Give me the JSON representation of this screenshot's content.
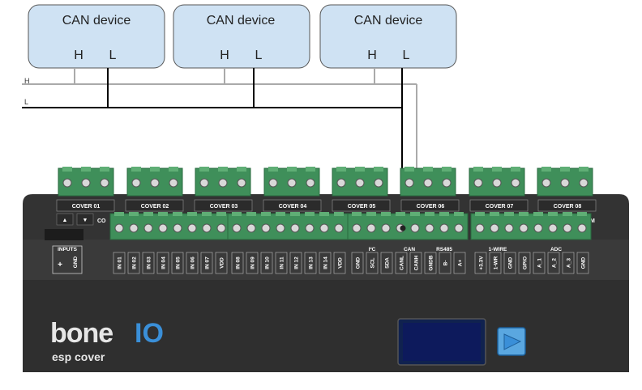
{
  "bus": {
    "h_label": "H",
    "l_label": "L"
  },
  "devices": [
    {
      "title": "CAN device",
      "h": "H",
      "l": "L"
    },
    {
      "title": "CAN device",
      "h": "H",
      "l": "L"
    },
    {
      "title": "CAN device",
      "h": "H",
      "l": "L"
    }
  ],
  "covers": [
    "COVER 01",
    "COVER 02",
    "COVER 03",
    "COVER 04",
    "COVER 05",
    "COVER 06",
    "COVER 07",
    "COVER 08"
  ],
  "cover01_buttons": [
    "▲",
    "▼",
    "CO"
  ],
  "cover08_tail": "M",
  "inputs_header": "INPUTS",
  "inputs_pins": [
    "+",
    "GND"
  ],
  "in_group_a": [
    "IN 01",
    "IN 02",
    "IN 03",
    "IN 04",
    "IN 05",
    "IN 06",
    "IN 07",
    "VDD"
  ],
  "in_group_b": [
    "IN 08",
    "IN 09",
    "IN 10",
    "IN 11",
    "IN 12",
    "IN 13",
    "IN 14",
    "VDD"
  ],
  "bus_headers": {
    "i2c": "I²C",
    "can": "CAN",
    "rs485": "RS485",
    "onewire": "1-WIRE",
    "adc": "ADC"
  },
  "bus_pins_a": [
    "GND",
    "SCL",
    "SDA",
    "CANL",
    "CANH",
    "GNDB",
    "B-",
    "A+"
  ],
  "bus_pins_b": [
    "+3.3V",
    "1-WR",
    "GND",
    "GPIO",
    "A_1",
    "A_2",
    "A_3",
    "GND"
  ],
  "brand": {
    "name_left": "bone",
    "name_right": "IO",
    "subtitle": "esp cover"
  },
  "colors": {
    "device_fill": "#cfe2f3",
    "wire_h": "#aaaaaa",
    "wire_l": "#000000",
    "terminal_green": "#3f8f5a",
    "board_dark": "#2f2f2f",
    "brand_accent": "#3a8fd8",
    "display_blue": "#0d1a5c"
  }
}
